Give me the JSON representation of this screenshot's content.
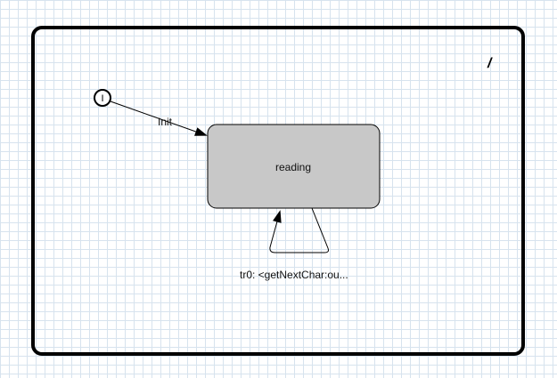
{
  "diagram": {
    "region": {
      "name": "/"
    },
    "initial_pseudostate": {
      "symbol": "I"
    },
    "states": [
      {
        "name": "reading",
        "fill": "#c8c8c8"
      }
    ],
    "transitions": [
      {
        "label": "Init",
        "from": "initial",
        "to": "reading"
      },
      {
        "label": "tr0: <getNextChar:ou...",
        "from": "reading",
        "to": "reading"
      }
    ]
  }
}
